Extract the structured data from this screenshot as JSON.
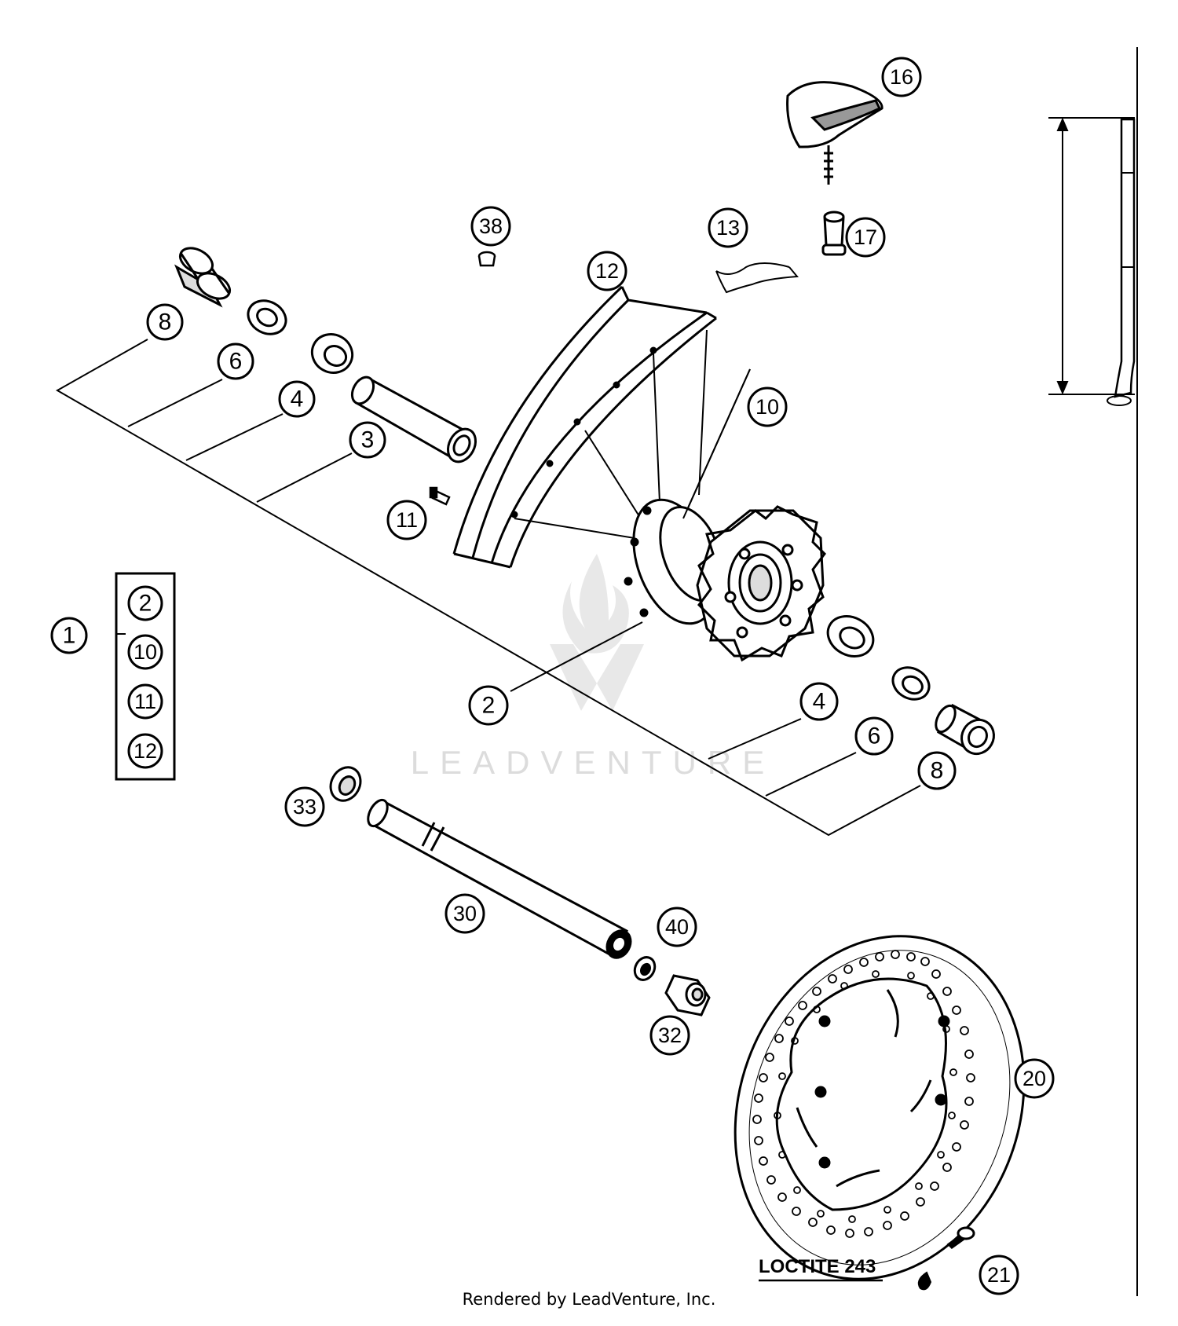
{
  "callouts": {
    "c1": "1",
    "c2": "2",
    "c3": "3",
    "c4a": "4",
    "c4b": "4",
    "c6a": "6",
    "c6b": "6",
    "c8a": "8",
    "c8b": "8",
    "c10": "10",
    "c11": "11",
    "c12": "12",
    "c13": "13",
    "c16": "16",
    "c17": "17",
    "c20": "20",
    "c21": "21",
    "c30": "30",
    "c32": "32",
    "c33": "33",
    "c38": "38",
    "c40": "40"
  },
  "kit_box": [
    "2",
    "10",
    "11",
    "12"
  ],
  "loctite_label": "LOCTITE 243",
  "watermark": "LEADVENTURE",
  "footer": "Rendered by LeadVenture, Inc."
}
